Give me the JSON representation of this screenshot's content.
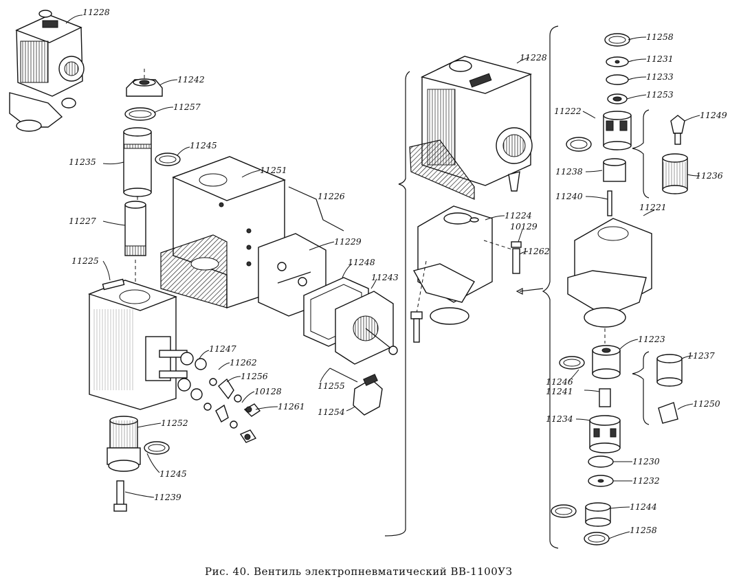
{
  "caption": "Рис. 40. Вентиль электропневматический ВВ-1100УЗ",
  "parts": [
    {
      "id": "p11228a",
      "label": "11228"
    },
    {
      "id": "p11242",
      "label": "11242"
    },
    {
      "id": "p11257",
      "label": "11257"
    },
    {
      "id": "p11245a",
      "label": "11245"
    },
    {
      "id": "p11235",
      "label": "11235"
    },
    {
      "id": "p11251",
      "label": "11251"
    },
    {
      "id": "p11226",
      "label": "11226"
    },
    {
      "id": "p11227",
      "label": "11227"
    },
    {
      "id": "p11229",
      "label": "11229"
    },
    {
      "id": "p11248",
      "label": "11248"
    },
    {
      "id": "p11243",
      "label": "11243"
    },
    {
      "id": "p11225",
      "label": "11225"
    },
    {
      "id": "p11247",
      "label": "11247"
    },
    {
      "id": "p11262a",
      "label": "11262"
    },
    {
      "id": "p11256",
      "label": "11256"
    },
    {
      "id": "p10128",
      "label": "10128"
    },
    {
      "id": "p11261",
      "label": "11261"
    },
    {
      "id": "p11255",
      "label": "11255"
    },
    {
      "id": "p11254",
      "label": "11254"
    },
    {
      "id": "p11252",
      "label": "11252"
    },
    {
      "id": "p11245b",
      "label": "11245"
    },
    {
      "id": "p11239",
      "label": "11239"
    },
    {
      "id": "p11228b",
      "label": "11228"
    },
    {
      "id": "p11224",
      "label": "11224"
    },
    {
      "id": "p10129",
      "label": "10129"
    },
    {
      "id": "p11262b",
      "label": "11262"
    },
    {
      "id": "p11258a",
      "label": "11258"
    },
    {
      "id": "p11231",
      "label": "11231"
    },
    {
      "id": "p11233",
      "label": "11233"
    },
    {
      "id": "p11253",
      "label": "11253"
    },
    {
      "id": "p11222",
      "label": "11222"
    },
    {
      "id": "p11249",
      "label": "11249"
    },
    {
      "id": "p11238",
      "label": "11238"
    },
    {
      "id": "p11236",
      "label": "11236"
    },
    {
      "id": "p11240",
      "label": "11240"
    },
    {
      "id": "p11221",
      "label": "11221"
    },
    {
      "id": "p11223",
      "label": "11223"
    },
    {
      "id": "p11237",
      "label": "11237"
    },
    {
      "id": "p11246",
      "label": "11246"
    },
    {
      "id": "p11241",
      "label": "11241"
    },
    {
      "id": "p11250",
      "label": "11250"
    },
    {
      "id": "p11234",
      "label": "11234"
    },
    {
      "id": "p11230",
      "label": "11230"
    },
    {
      "id": "p11232",
      "label": "11232"
    },
    {
      "id": "p11244",
      "label": "11244"
    },
    {
      "id": "p11258b",
      "label": "11258"
    }
  ]
}
